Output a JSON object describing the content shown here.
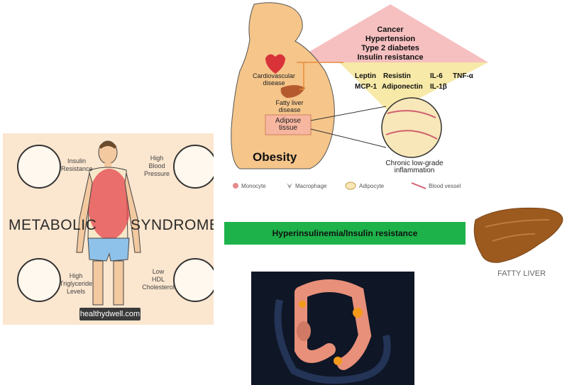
{
  "metabolic": {
    "left_word": "METABOLIC",
    "right_word": "SYNDROME",
    "insulin": "Insulin\nResistance",
    "bp": "High\nBlood\nPressure",
    "trig": "High\nTriglyceride\nLevels",
    "hdl": "Low\nHDL\nCholesterol",
    "watermark": "healthydwell.com"
  },
  "obesity": {
    "title": "Obesity",
    "cardio": "Cardiovascular\ndisease",
    "fatty": "Fatty liver\ndisease",
    "adipose": "Adipose\ntissue",
    "chronic": "Chronic low-grade\ninflammation",
    "triangle": [
      "Cancer",
      "Hypertension",
      "Type 2 diabetes",
      "Insulin resistance"
    ],
    "cytokines_row1": [
      "Leptin",
      "Resistin",
      "IL-6",
      "TNF-α"
    ],
    "cytokines_row2": [
      "MCP-1",
      "Adiponectin",
      "IL-1β"
    ],
    "legend": [
      "Monocyte",
      "Macrophage",
      "Adipocyte",
      "Blood vessel"
    ]
  },
  "center": {
    "label": "Hyperinsulinemia/Insulin resistance"
  },
  "liver": {
    "label": "FATTY LIVER"
  },
  "colors": {
    "green": "#1db34a",
    "peach": "#fbe6cf",
    "body_tan": "#f5c58a",
    "triangle_pink": "#f6c0c0",
    "liver_brown": "#9c5a1f"
  }
}
